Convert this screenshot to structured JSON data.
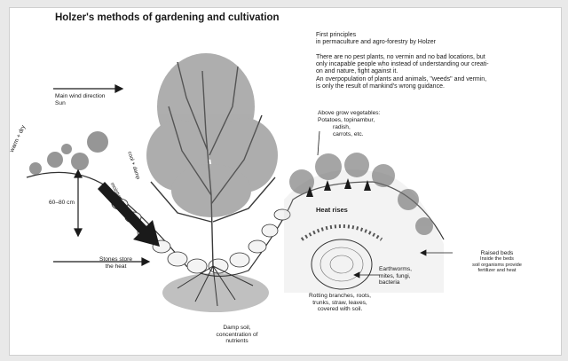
{
  "title": "Holzer's methods of gardening and cultivation",
  "principles_heading": "First principles\nin permaculture and agro-forestry by Holzer",
  "principles_text": "There are no pest plants, no vermin and no bad locations, but\nonly incapable people who instead of understanding our creati-\non and nature, fight against it.\nAn overpopulation of plants and animals, \"weeds\" and vermin,\nis only the result of mankind's wrong guidance.",
  "labels": {
    "wind": "Main wind direction\nSun",
    "above_grow": "Above grow vegetables:\nPotatoes, topinambur,",
    "veg_list": "radish,\ncarrots, etc.",
    "warm_dry": "warm + dry",
    "depth": "60–80 cm",
    "cool_damp": "cool + damp",
    "moisture": "moisture to valley",
    "heat_rises": "Heat rises",
    "stones": "Stones store\nthe heat",
    "raised_beds": "Raised beds",
    "raised_beds_sub": "Inside the beds\nsoil organisms provide\nfertilizer and heat",
    "worms": "Earthworms,\nmites, fungi,\nbacteria",
    "rotting": "Rotting branches, roots,\ntrunks, straw, leaves,\ncovered with soil.",
    "damp_soil": "Damp soil,\nconcentration of\nnutrients"
  },
  "colors": {
    "ink": "#1a1a1a",
    "foliage": "#5a5a5a",
    "background": "#ffffff"
  }
}
